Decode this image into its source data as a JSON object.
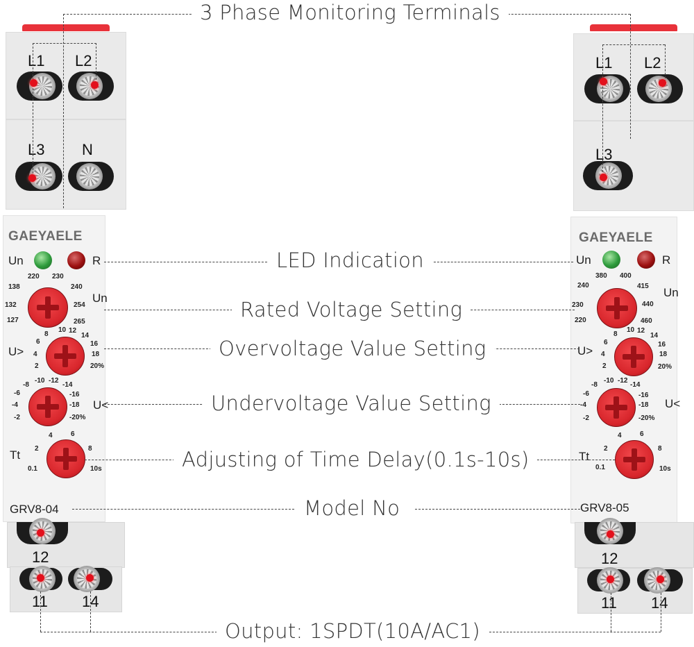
{
  "callouts": {
    "terminals": "3 Phase Monitoring Terminals",
    "led": "LED Indication",
    "rated_voltage": "Rated Voltage Setting",
    "overvoltage": "Overvoltage Value Setting",
    "undervoltage": "Undervoltage Value Setting",
    "time_delay": "Adjusting of Time Delay(0.1s-10s)",
    "model": "Model No",
    "output": "Output: 1SPDT(10A/AC1)"
  },
  "left_device": {
    "brand": "GAEYAELE",
    "model": "GRV8-04",
    "top_terminals": [
      "L1",
      "L2",
      "L3",
      "N"
    ],
    "led_labels": {
      "green": "Un",
      "red": "R"
    },
    "rated_label": "Un",
    "rated_ticks": [
      "127",
      "132",
      "138",
      "220",
      "230",
      "240",
      "254",
      "265"
    ],
    "over_label": "U>",
    "over_ticks": [
      "2",
      "4",
      "6",
      "8",
      "10",
      "12",
      "14",
      "16",
      "18",
      "20%"
    ],
    "under_label": "U<",
    "under_ticks": [
      "-2",
      "-4",
      "-6",
      "-8",
      "-10",
      "-12",
      "-14",
      "-16",
      "-18",
      "-20%"
    ],
    "time_label": "Tt",
    "time_ticks": [
      "0.1",
      "2",
      "4",
      "6",
      "8",
      "10s"
    ],
    "bottom_terminals": [
      "12",
      "11",
      "14"
    ]
  },
  "right_device": {
    "brand": "GAEYAELE",
    "model": "GRV8-05",
    "top_terminals": [
      "L1",
      "L2",
      "L3"
    ],
    "led_labels": {
      "green": "Un",
      "red": "R"
    },
    "rated_label": "Un",
    "rated_ticks": [
      "220",
      "230",
      "240",
      "380",
      "400",
      "415",
      "440",
      "460"
    ],
    "over_label": "U>",
    "over_ticks": [
      "2",
      "4",
      "6",
      "8",
      "10",
      "12",
      "14",
      "16",
      "18",
      "20%"
    ],
    "under_label": "U<",
    "under_ticks": [
      "-2",
      "-4",
      "-6",
      "-8",
      "-10",
      "-12",
      "-14",
      "-16",
      "-18",
      "-20%"
    ],
    "time_label": "Tt",
    "time_ticks": [
      "0.1",
      "2",
      "4",
      "6",
      "8",
      "10s"
    ],
    "bottom_terminals": [
      "12",
      "11",
      "14"
    ]
  },
  "colors": {
    "knob_red": "#d8262c",
    "led_green": "#2e9b3c",
    "led_red": "#9c1010",
    "terminal_dot": "#e3101c",
    "text": "#333333"
  }
}
